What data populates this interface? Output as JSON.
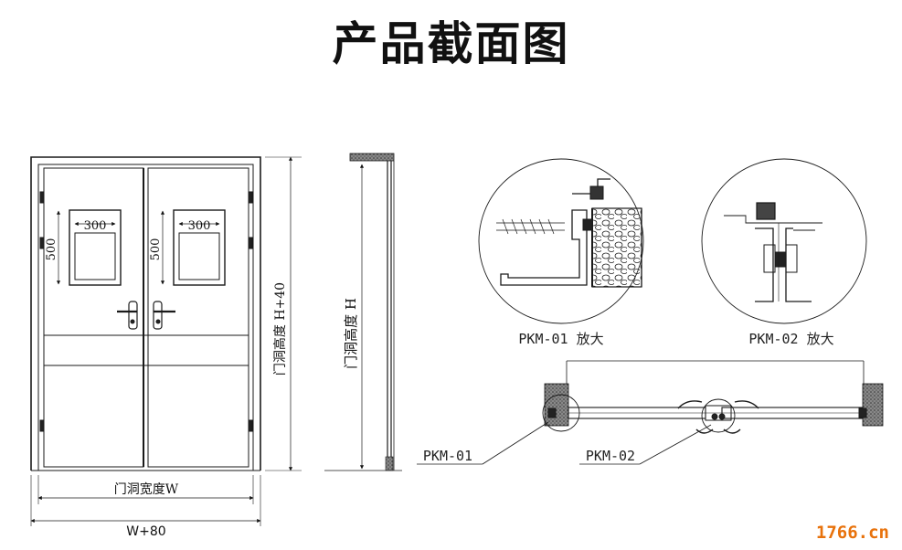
{
  "title": "产品截面图",
  "watermark": "1766.cn",
  "front_view": {
    "window_width": "300",
    "window_height": "500",
    "opening_width": "门洞宽度W",
    "overall_width": "W+80",
    "overall_height": "门洞高度 H+40"
  },
  "side_view": {
    "opening_height": "门洞高度 H"
  },
  "details": {
    "detail1_caption": "PKM-01 放大",
    "detail2_caption": "PKM-02 放大",
    "callout1": "PKM-01",
    "callout2": "PKM-02"
  },
  "colors": {
    "line": "#1a1a1a",
    "watermark": "#e8720c"
  }
}
